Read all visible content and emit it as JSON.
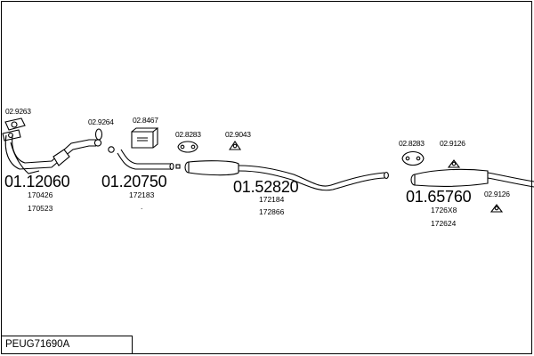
{
  "parts": [
    {
      "id": "02.9263",
      "kind": "flange-gasket"
    },
    {
      "id": "02.9264",
      "kind": "ring-gasket"
    },
    {
      "id": "02.8467",
      "kind": "mounting-kit"
    },
    {
      "id": "02.8283",
      "kind": "hanger"
    },
    {
      "id": "02.9043",
      "kind": "hanger"
    },
    {
      "id": "02.8283",
      "kind": "hanger"
    },
    {
      "id": "02.9126",
      "kind": "hanger"
    },
    {
      "id": "02.9126",
      "kind": "hanger"
    }
  ],
  "components": [
    {
      "number": "01.12060",
      "refs": [
        "170426",
        "170523"
      ]
    },
    {
      "number": "01.20750",
      "refs": [
        "172183",
        "."
      ]
    },
    {
      "number": "01.52820",
      "refs": [
        "172184",
        "172866"
      ]
    },
    {
      "number": "01.65760",
      "refs": [
        "1726X8",
        "172624"
      ]
    }
  ],
  "code": "PEUG71690A"
}
